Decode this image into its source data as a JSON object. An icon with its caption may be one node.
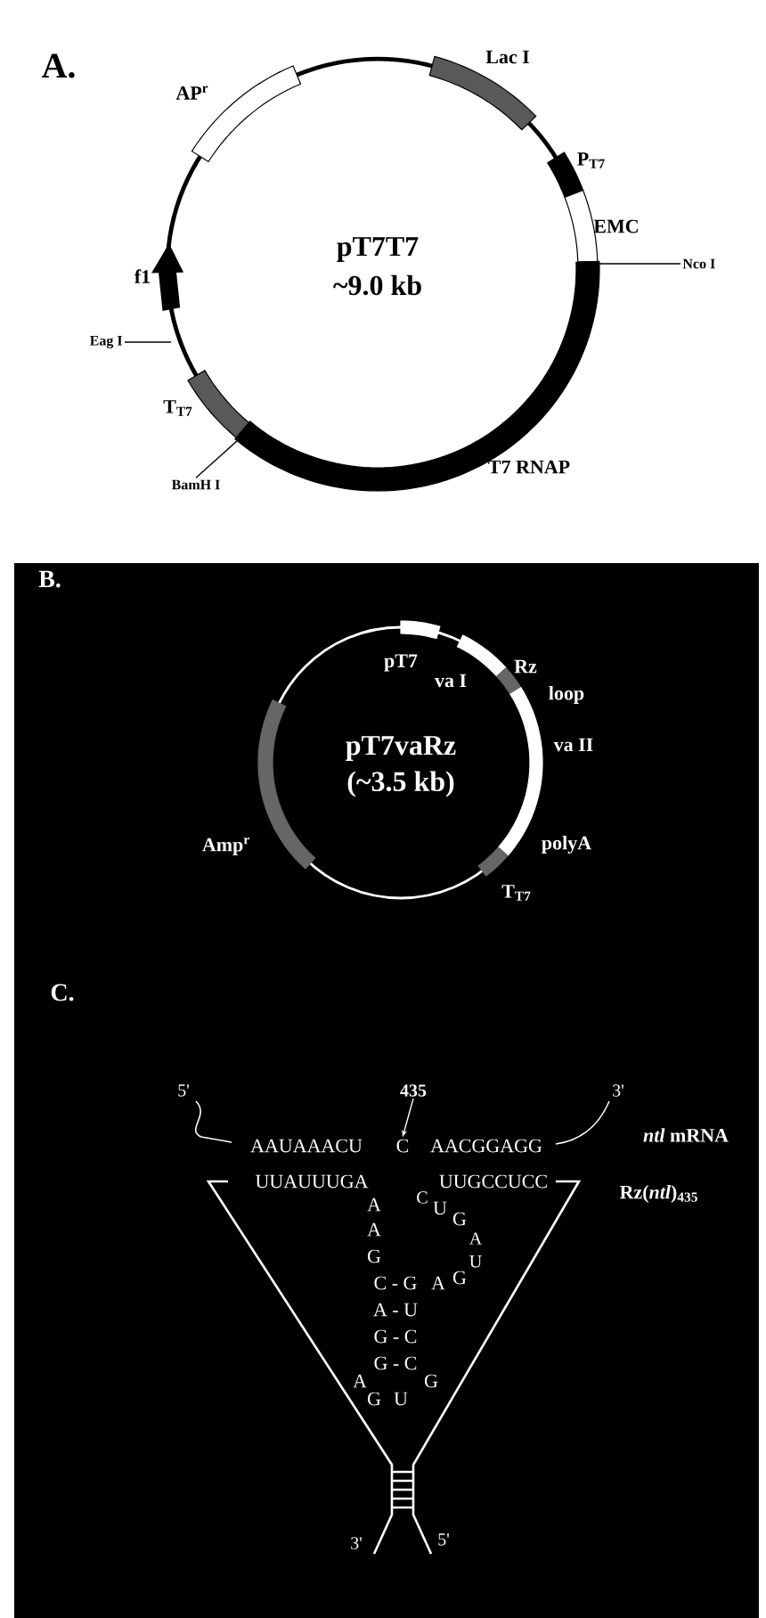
{
  "diagram": {
    "nodes": [
      {
        "text": [
          "Nco I"
        ]
      },
      {
        "text": [
          "Eag I"
        ]
      },
      {
        "text": [
          "BamH I"
        ]
      },
      {
        "text": [
          "435"
        ]
      },
      {
        "text": [
          "C"
        ]
      }
    ],
    "edges": [
      {
        "from": 0,
        "to": null,
        "arrow": "none"
      },
      {
        "from": 1,
        "to": null,
        "arrow": "none"
      },
      {
        "from": 2,
        "to": null,
        "arrow": "none"
      },
      {
        "from": 3,
        "to": 4,
        "arrow": "to",
        "color": "#ffffff"
      }
    ],
    "labels": [
      "A.",
      "AP$^{r}$",
      "Lac I",
      "P$_{T7}$",
      "EMC",
      "pT7T7",
      "~9.0 kb",
      "f1",
      "T$_{T7}$",
      "T7 RNAP",
      "B.",
      "pT7",
      "Rz",
      "va I",
      "loop",
      "pT7vaRz",
      "(~3.5 kb)",
      "va II",
      "Amp$^{r}$",
      "polyA",
      "T$_{T7}$",
      "C.",
      "5'",
      "3'",
      "AAUAAACU",
      "AACGGAGG",
      "*ntl* mRNA",
      "UUAUUUGA",
      "UUGCCUCC",
      "Rz(*ntl*)$_{435}$",
      "A",
      "C",
      "U",
      "G",
      "A",
      "A",
      "G",
      "U",
      "C - G",
      "A",
      "G",
      "A - U",
      "G - C",
      "G - C",
      "A",
      "G",
      "G",
      "U",
      "3'",
      "5'"
    ]
  }
}
